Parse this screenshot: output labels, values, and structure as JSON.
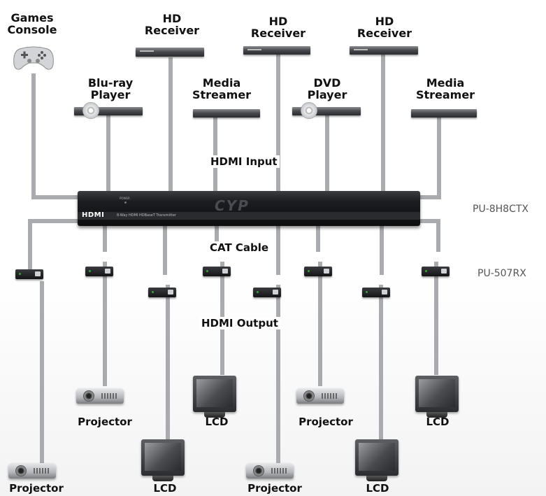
{
  "sources": {
    "games_console": {
      "line1": "Games",
      "line2": "Console"
    },
    "hd_receiver_1": {
      "line1": "HD",
      "line2": "Receiver"
    },
    "hd_receiver_2": {
      "line1": "HD",
      "line2": "Receiver"
    },
    "hd_receiver_3": {
      "line1": "HD",
      "line2": "Receiver"
    },
    "bluray_player": {
      "line1": "Blu-ray",
      "line2": "Player"
    },
    "media_streamer_1": {
      "line1": "Media",
      "line2": "Streamer"
    },
    "dvd_player": {
      "line1": "DVD",
      "line2": "Player"
    },
    "media_streamer_2": {
      "line1": "Media",
      "line2": "Streamer"
    }
  },
  "captions": {
    "hdmi_input": "HDMI Input",
    "cat_cable": "CAT Cable",
    "hdmi_output": "HDMI Output"
  },
  "models": {
    "transmitter": "PU-8H8CTX",
    "receiver": "PU-507RX"
  },
  "transmitter_panel": {
    "brand": "HDMI",
    "subtitle": "8-Way HDMI HDBaseT Transmitter",
    "logo": "CYP",
    "power_label": "POWER"
  },
  "displays": {
    "projector_upper_1": "Projector",
    "lcd_upper_1": "LCD",
    "projector_upper_2": "Projector",
    "lcd_upper_2": "LCD",
    "projector_lower_1": "Projector",
    "lcd_lower_1": "LCD",
    "projector_lower_2": "Projector",
    "lcd_lower_2": "LCD"
  },
  "colors": {
    "cable": "#a9abae",
    "cable_edge": "#8e9094",
    "device_dark": "#1c1d20",
    "label_text": "#111111",
    "model_text": "#555555"
  }
}
